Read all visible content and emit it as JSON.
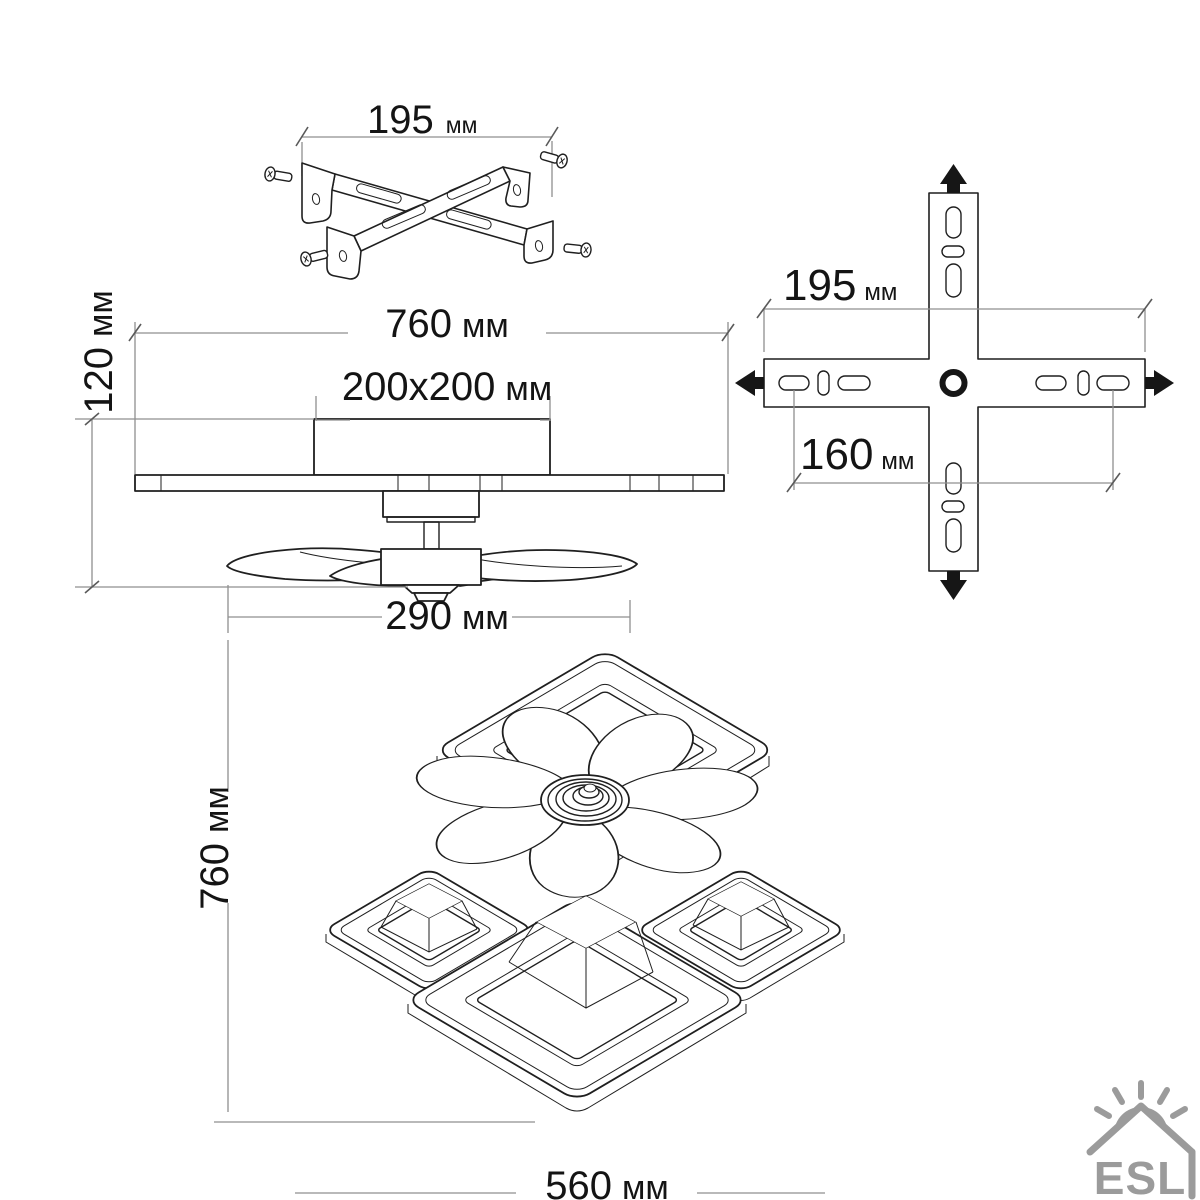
{
  "colors": {
    "line": "#1f1f1f",
    "dimension_line": "#8f8f8f",
    "text": "#141414",
    "logo": "#9b9b9b",
    "background": "#ffffff"
  },
  "views": {
    "bracket_isometric": {
      "description": "cross mounting bracket with four screws",
      "dim_width": {
        "value": "195",
        "unit": "мм"
      }
    },
    "side_elevation": {
      "description": "ceiling fan chandelier side view",
      "dim_overall_width": {
        "value": "760",
        "unit": "мм"
      },
      "dim_canopy": {
        "value": "200x200",
        "unit": "мм"
      },
      "dim_height": {
        "value": "120",
        "unit": "мм"
      },
      "dim_fan_diameter": {
        "value": "290",
        "unit": "мм"
      }
    },
    "bracket_plan": {
      "description": "cross mounting plate top view",
      "dim_overall_width": {
        "value": "195",
        "unit": "мм"
      },
      "dim_hole_spacing": {
        "value": "160",
        "unit": "мм"
      }
    },
    "bottom_isometric": {
      "description": "chandelier with fan bottom isometric view",
      "dim_depth": {
        "value": "760",
        "unit": "мм"
      },
      "dim_width": {
        "value": "560",
        "unit": "мм"
      }
    },
    "logo": {
      "text": "ESL"
    }
  }
}
